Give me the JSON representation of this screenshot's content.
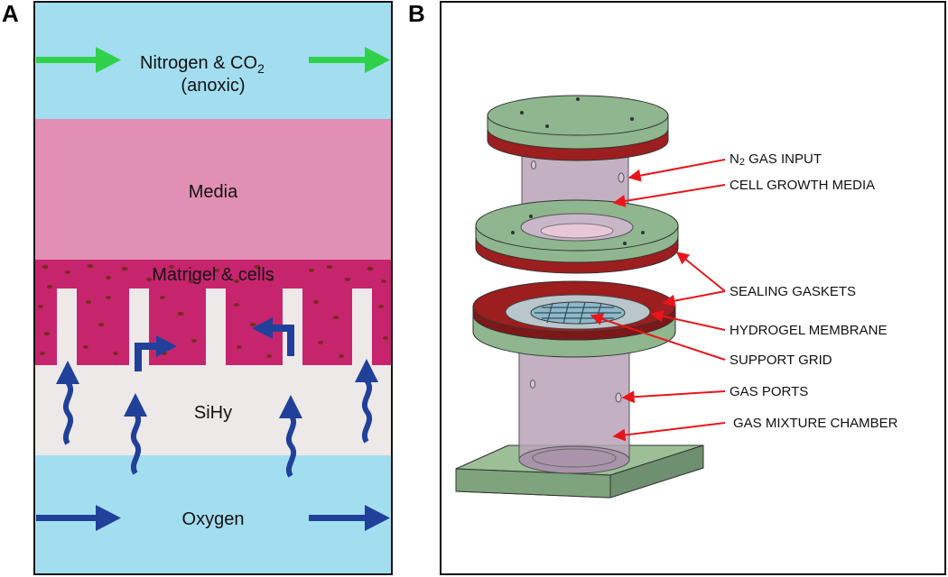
{
  "panelA": {
    "letter": "A",
    "gas_top_line1": "Nitrogen & CO",
    "gas_top_sub": "2",
    "gas_top_line2": "(anoxic)",
    "media": "Media",
    "matrigel": "Matrigel & cells",
    "sihy": "SiHy",
    "oxygen": "Oxygen",
    "colors": {
      "gas_layer": "#a3def0",
      "media_layer": "#e18fb5",
      "matrigel_layer": "#c7246e",
      "sihy_layer": "#ede9e9",
      "green_arrow": "#2fd14a",
      "blue_arrow": "#21409a",
      "cell_dots": "#7a2b1e"
    }
  },
  "panelB": {
    "letter": "B",
    "callouts": {
      "n2_prefix": "N",
      "n2_sub": "2",
      "n2_rest": " GAS INPUT",
      "growth_media": "CELL GROWTH MEDIA",
      "sealing": "SEALING GASKETS",
      "hydrogel": "HYDROGEL MEMBRANE",
      "support": "SUPPORT GRID",
      "ports": "GAS PORTS",
      "chamber": "GAS MIXTURE CHAMBER"
    },
    "colors": {
      "flange_green": "#8fb68e",
      "gasket_red": "#9c1e1e",
      "cylinder_purple": "#b8a3b9",
      "membrane_blue": "#8fb8c8",
      "callout_arrow": "#e8161b"
    }
  }
}
